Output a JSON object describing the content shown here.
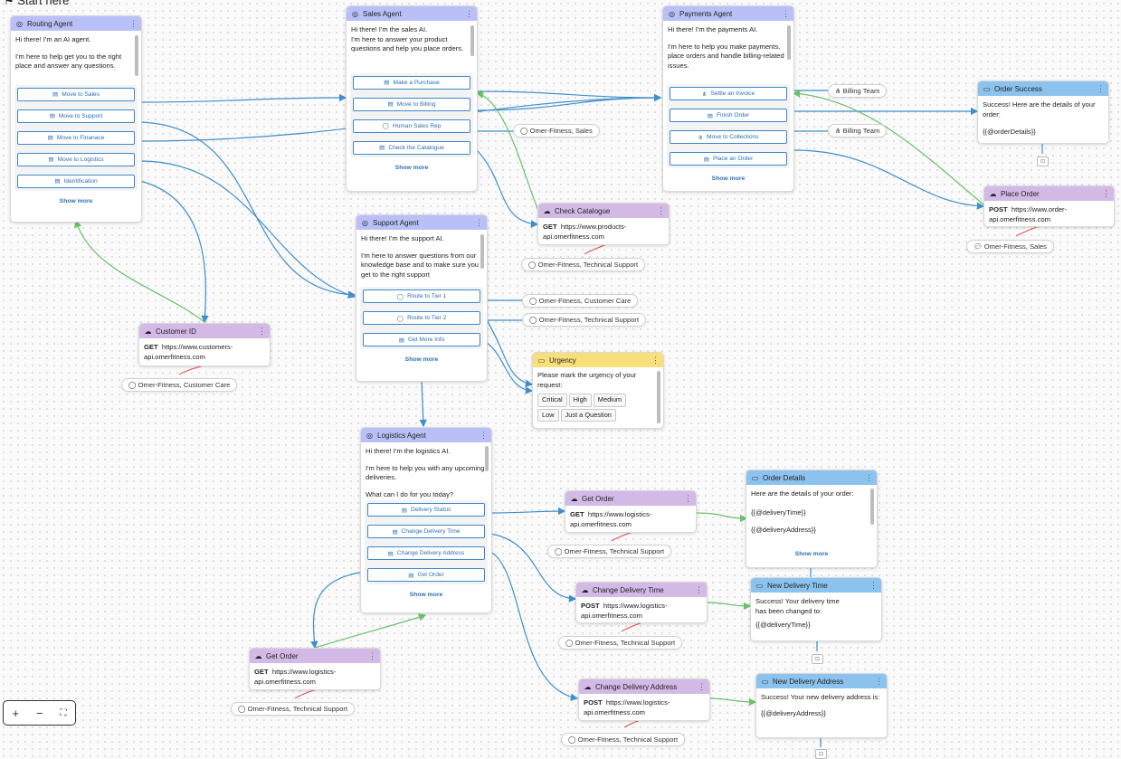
{
  "start_label": "Start here",
  "show_more": "Show more",
  "routing": {
    "title": "Routing Agent",
    "lines": [
      "Hi there! I'm an AI agent.",
      "I'm here to help get you to the right place and answer any questions."
    ],
    "buttons": [
      "Move to Sales",
      "Move to Support",
      "Move to Finanace",
      "Move to Logistics",
      "Identification"
    ]
  },
  "sales": {
    "title": "Sales Agent",
    "lines": [
      "Hi there! I'm the sales AI.",
      "I'm here to answer your product questions and help you place orders."
    ],
    "buttons": [
      "Make a Purchase",
      "Move to Billing",
      "Human Sales Rep",
      "Check the Catalogue"
    ]
  },
  "payments": {
    "title": "Payments Agent",
    "lines": [
      "Hi there! I'm the payments AI.",
      "I'm here to help you make payments, place orders and handle billing-related issues."
    ],
    "buttons": [
      "Settle an Invoice",
      "Finish Order",
      "Move to Collections",
      "Place an Order"
    ]
  },
  "support": {
    "title": "Support Agent",
    "lines": [
      "Hi there! I'm the support AI.",
      "I'm here to answer questions from our knowledge base and to make sure you get to the right support"
    ],
    "buttons": [
      "Route to Tier 1",
      "Route to Tier 2",
      "Get More Info"
    ]
  },
  "logistics": {
    "title": "Logistics Agent",
    "lines": [
      "Hi there! I'm the logistics AI.",
      "I'm here to help you with any upcoming deliveries.",
      "What can I do for you today?"
    ],
    "buttons": [
      "Delivery Status",
      "Change Delivery Time",
      "Change Delivery Address",
      "Get Order"
    ]
  },
  "order_success": {
    "title": "Order Success",
    "lines": [
      "Success! Here are the details of your order:",
      "{{@orderDetails}}"
    ]
  },
  "place_order": {
    "title": "Place Order",
    "method": "POST",
    "url": "https://www.order-api.omerfitness.com",
    "auth": "Omer-Fitness, Sales"
  },
  "check_catalogue": {
    "title": "Check Catalogue",
    "method": "GET",
    "url": "https://www.products-api.omerfitness.com",
    "auth": "Omer-Fitness, Technical Support"
  },
  "customer_id": {
    "title": "Customer ID",
    "method": "GET",
    "url": "https://www.customers-api.omerfitness.com",
    "auth": "Omer-Fitness, Customer Care"
  },
  "urgency": {
    "title": "Urgency",
    "text": "Please mark the urgency of your request:",
    "options": [
      "Critical",
      "High",
      "Medium",
      "Low",
      "Just a Question"
    ]
  },
  "get_order_1": {
    "title": "Get Order",
    "method": "GET",
    "url": "https://www.logistics-api.omerfitness.com",
    "auth": "Omer-Fitness, Technical Support"
  },
  "order_details": {
    "title": "Order Details",
    "lines": [
      "Here are the details of your order:",
      "{{@deliveryTime}}",
      "{{@deliveryAddress}}"
    ]
  },
  "change_time": {
    "title": "Change Delivery Time",
    "method": "POST",
    "url": "https://www.logistics-api.omerfitness.com",
    "auth": "Omer-Fitness, Technical Support"
  },
  "new_time": {
    "title": "New Delivery Time",
    "lines": [
      "Success! Your delivery time has been changed to:",
      "{{@deliveryTime}}"
    ]
  },
  "change_address": {
    "title": "Change Delivery Address",
    "method": "POST",
    "url": "https://www.logistics-api.omerfitness.com",
    "auth": "Omer-Fitness, Technical Support"
  },
  "new_address": {
    "title": "New Delivery Address",
    "lines": [
      "Success! Your new delivery address is:",
      "{{@deliveryAddress}}"
    ]
  },
  "get_order_2": {
    "title": "Get Order",
    "method": "GET",
    "url": "https://www.logistics-api.omerfitness.com",
    "auth": "Omer-Fitness, Technical Support"
  },
  "pills": {
    "sales_auth": "Omer-Fitness, Sales",
    "billing1": "Billing Team",
    "billing2": "Billing Team",
    "customer_care": "Omer-Fitness, Customer Care",
    "tech_support": "Omer-Fitness, Technical Support"
  },
  "zoom": {
    "plus": "+",
    "minus": "−",
    "fit": "⛶"
  },
  "colors": {
    "agent_header": "#b9c0f7",
    "api_header": "#d3b9e6",
    "message_header": "#8cc3ee",
    "question_header": "#f7e07a",
    "edge_blue": "#3f8fca",
    "edge_green": "#6cc06a",
    "edge_red": "#e0504a"
  }
}
